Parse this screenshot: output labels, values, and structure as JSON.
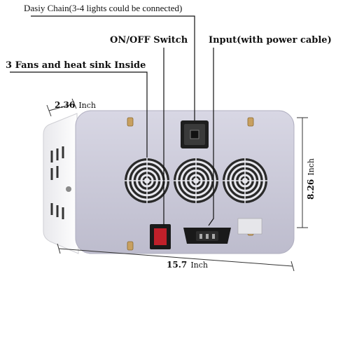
{
  "callouts": {
    "daisy_chain": "Dasiy Chain(3-4 lights could be connected)",
    "on_off": "ON/OFF Switch",
    "input": "Input(with power cable)",
    "fans": "3 Fans and heat sink Inside"
  },
  "dimensions": {
    "depth": {
      "value": "2.36",
      "unit": "Inch"
    },
    "height": {
      "value": "8.26",
      "unit": "Inch"
    },
    "width": {
      "value": "15.7",
      "unit": "Inch"
    }
  },
  "colors": {
    "panel_face": "#c9c8d8",
    "panel_side": "#f4f4f6",
    "fan_dark": "#2a2a2a",
    "switch_red": "#c0202a",
    "brass_screw": "#c8a060"
  },
  "components": {
    "fan_count": 3
  }
}
